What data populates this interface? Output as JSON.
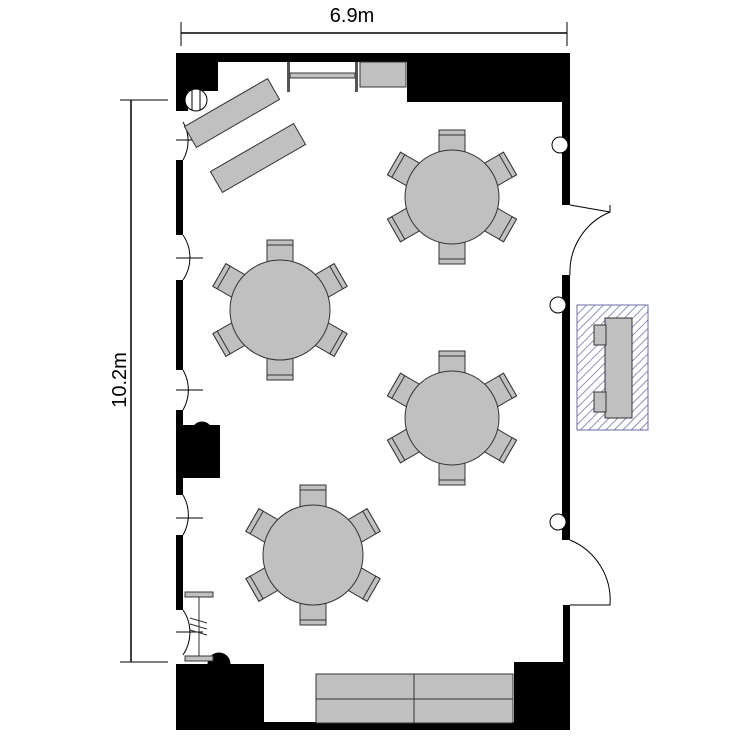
{
  "dimensions": {
    "width_label": "6.9m",
    "height_label": "10.2m"
  },
  "colors": {
    "wall": "#000000",
    "furniture": "#c0c0c0",
    "outline": "#333333",
    "hatch": "#6a6aa8"
  },
  "tables": [
    {
      "name": "round-table-1",
      "chairs": 6
    },
    {
      "name": "round-table-2",
      "chairs": 6
    },
    {
      "name": "round-table-3",
      "chairs": 6
    },
    {
      "name": "round-table-4",
      "chairs": 6
    }
  ]
}
